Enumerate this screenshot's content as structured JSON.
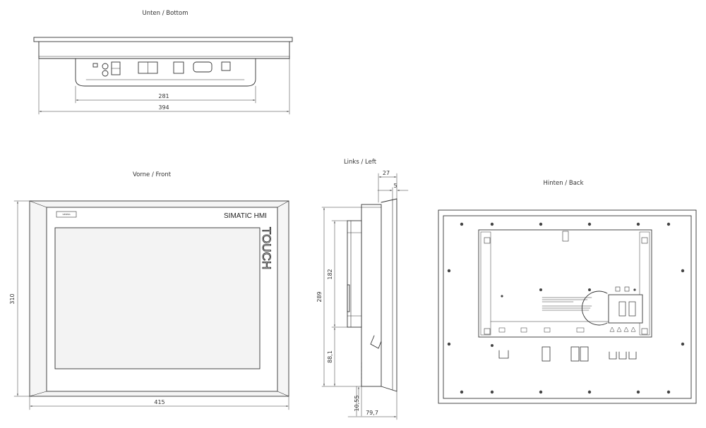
{
  "views": {
    "bottom": {
      "title": "Unten  /  Bottom",
      "dim_inner": "281",
      "dim_outer": "394"
    },
    "front": {
      "title": "Vorne  /  Front",
      "dim_width": "415",
      "dim_height": "310",
      "brand_logo": "SIEMENS",
      "product": "SIMATIC  HMI",
      "touch": "TOUCH"
    },
    "left": {
      "title": "Links  /  Left",
      "dim_27": "27",
      "dim_5": "5",
      "dim_182": "182",
      "dim_289": "289",
      "dim_88": "88,1",
      "dim_1055": "10,55",
      "dim_797": "79,7"
    },
    "back": {
      "title": "Hinten  /  Back"
    }
  },
  "colors": {
    "line": "#333333",
    "panel_fill": "#f5f5f5",
    "screen_fill": "#f3f3f3"
  }
}
